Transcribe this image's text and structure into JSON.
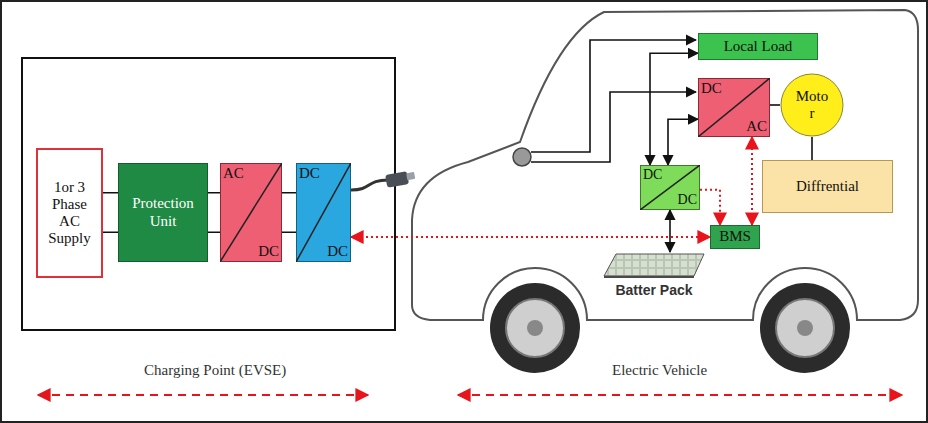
{
  "diagram": {
    "nodes": [
      {
        "text": [
          "1or 3 Phase AC Supply"
        ]
      },
      {
        "text": [
          "Protection Unit"
        ]
      },
      {
        "text": [
          "AC",
          "DC"
        ]
      },
      {
        "text": [
          "DC",
          "DC"
        ]
      },
      {
        "text": [
          "Local Load"
        ]
      },
      {
        "text": [
          "DC",
          "AC"
        ]
      },
      {
        "text": [
          "Moto r"
        ]
      },
      {
        "text": [
          "Diffrential"
        ]
      },
      {
        "text": [
          "DC",
          "DC"
        ]
      },
      {
        "text": [
          "BMS"
        ]
      },
      {
        "text": [
          "Batter Pack"
        ]
      }
    ],
    "edges": [
      {
        "from": 0,
        "to": 1,
        "arrow": "none"
      },
      {
        "from": 1,
        "to": 2,
        "arrow": "none"
      },
      {
        "from": 2,
        "to": 3,
        "arrow": "none"
      },
      {
        "from": 3,
        "to": 9,
        "arrow": "both"
      },
      {
        "from": 9,
        "to": 5,
        "arrow": "both"
      },
      {
        "from": 8,
        "to": 9,
        "arrow": "to"
      },
      {
        "from": 8,
        "to": 4,
        "arrow": "both"
      },
      {
        "from": 8,
        "to": 5,
        "arrow": "both"
      },
      {
        "from": 8,
        "to": 10,
        "arrow": "both"
      },
      {
        "from": 5,
        "to": 6,
        "arrow": "none"
      },
      {
        "from": 6,
        "to": 7,
        "arrow": "none"
      }
    ],
    "labels": [
      "Charging Point (EVSE)",
      "Electric Vehicle"
    ]
  }
}
